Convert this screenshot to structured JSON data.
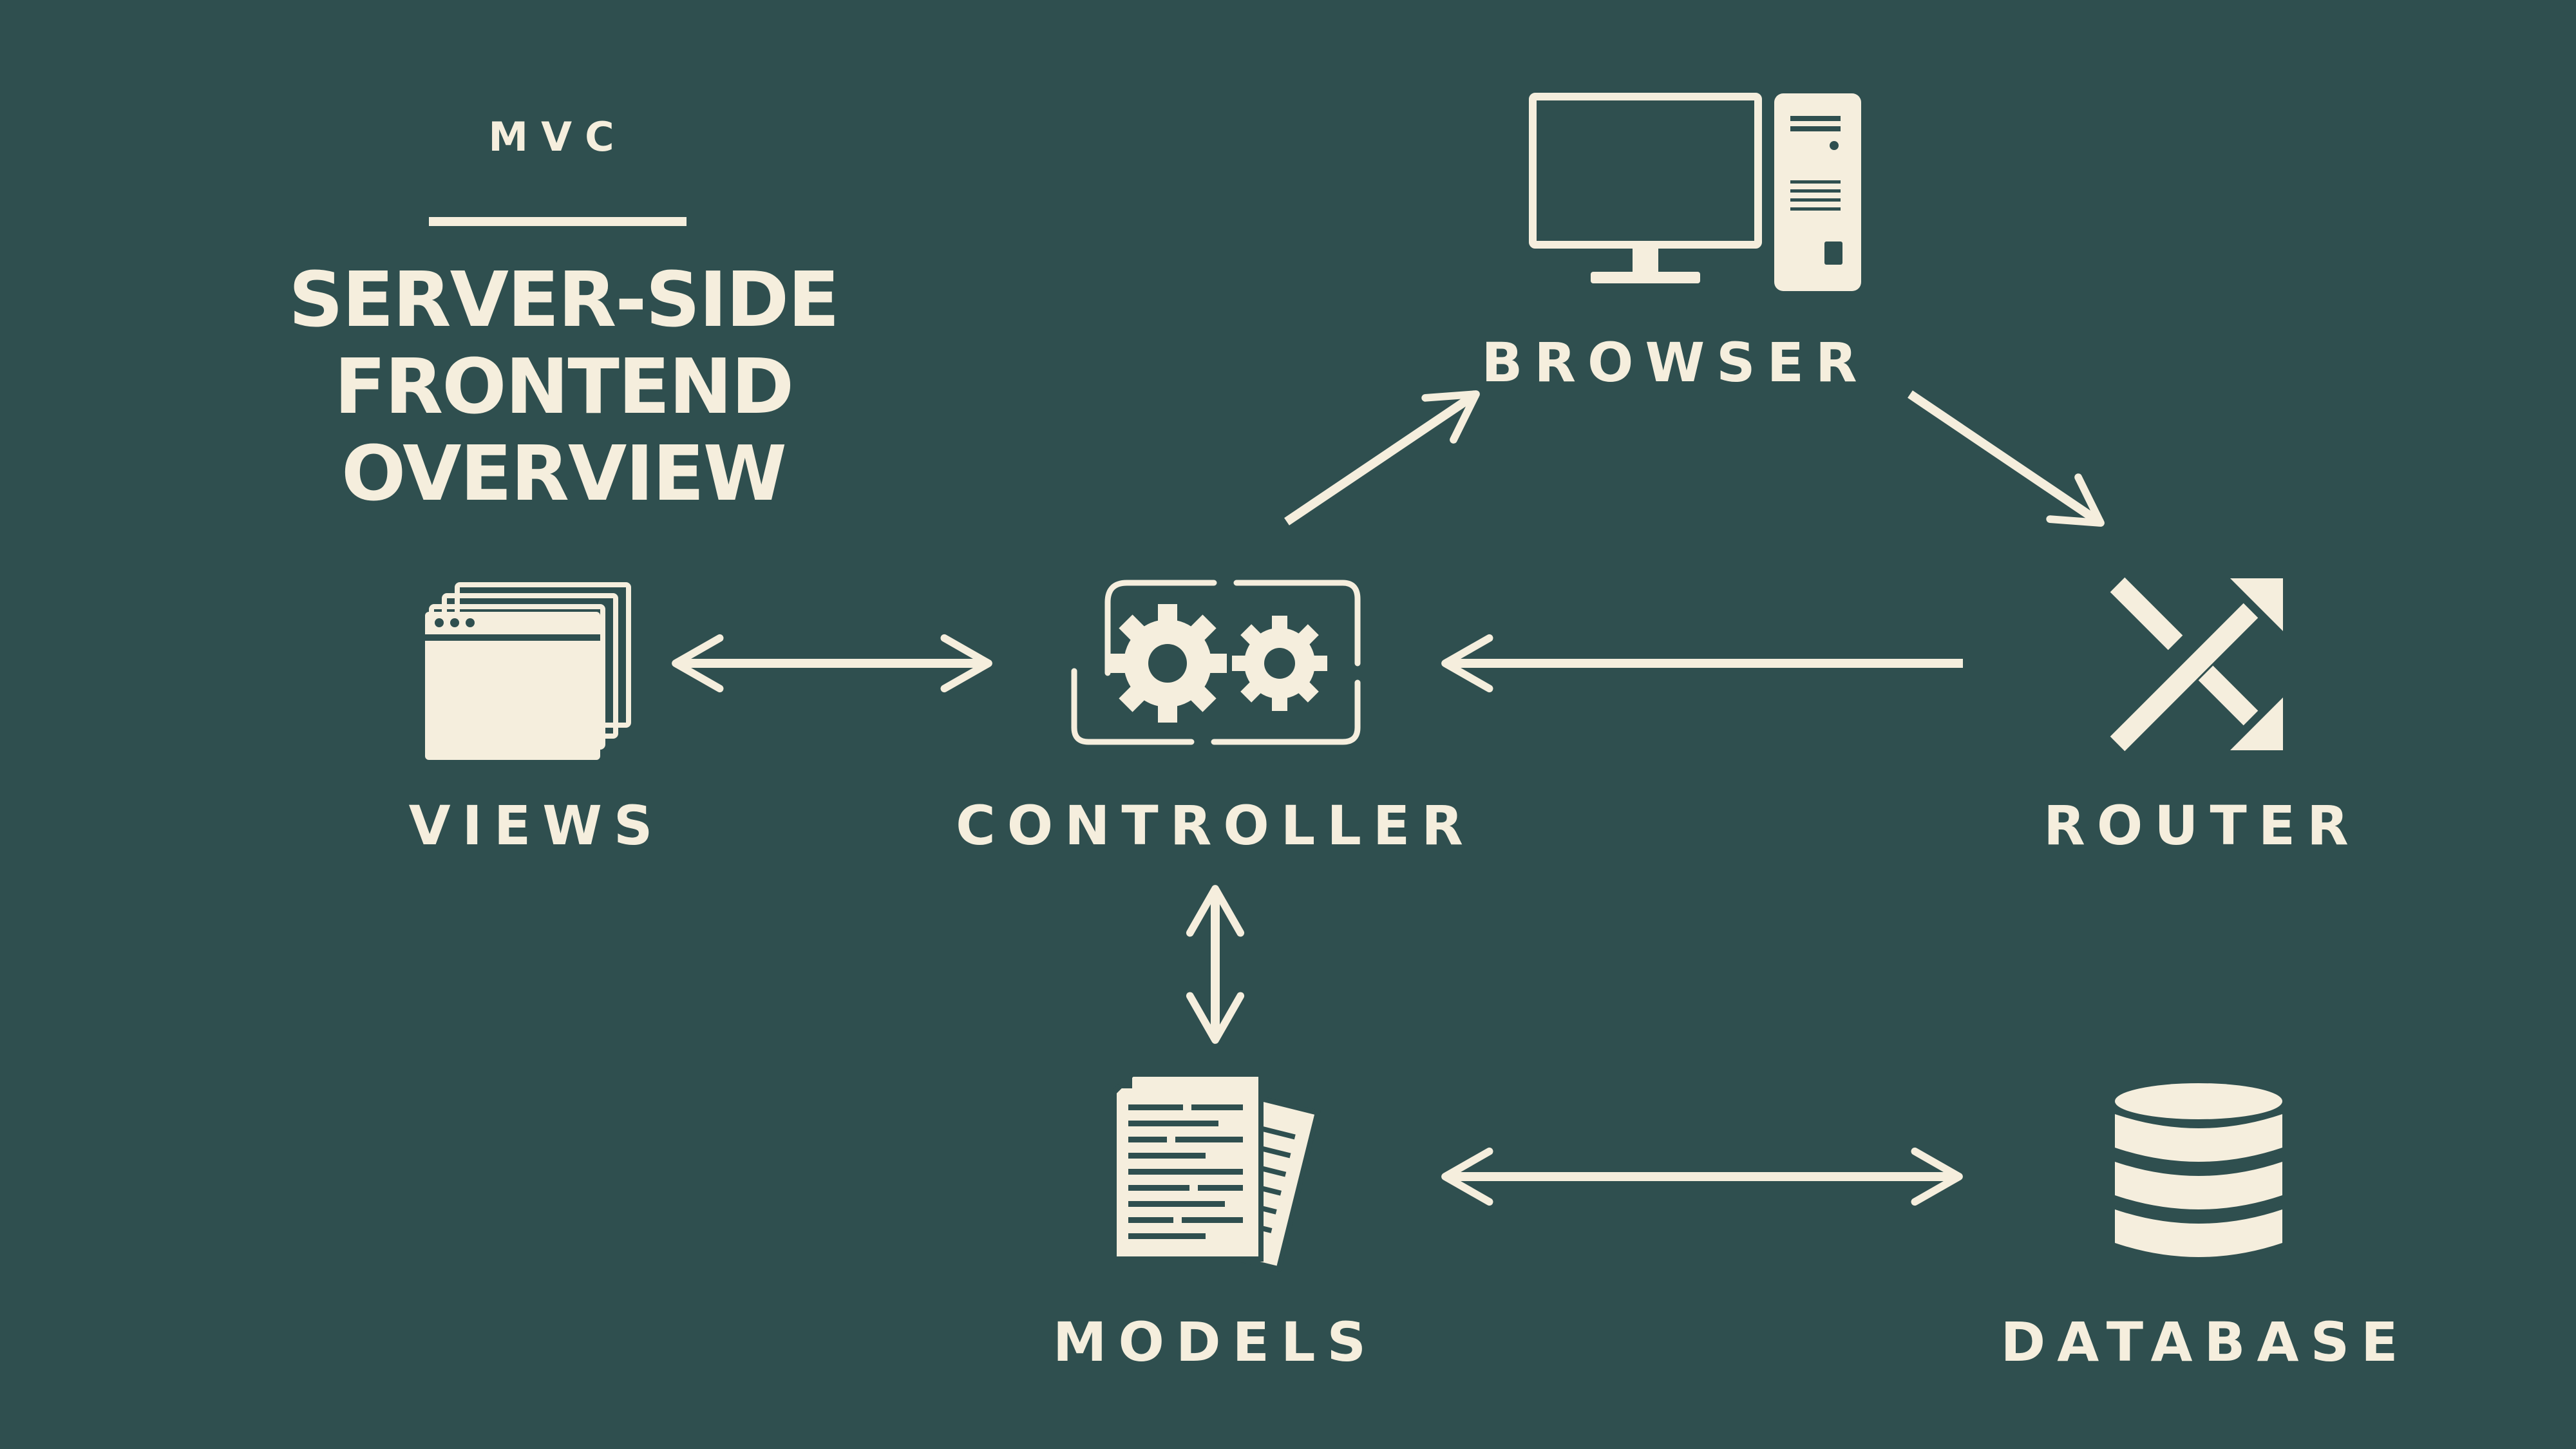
{
  "header": {
    "tag": "MVC",
    "title_line1": "SERVER-SIDE FRONTEND",
    "title_line2": "OVERVIEW"
  },
  "nodes": {
    "browser": "BROWSER",
    "views": "VIEWS",
    "controller": "CONTROLLER",
    "router": "ROUTER",
    "models": "MODELS",
    "database": "DATABASE"
  },
  "icons": {
    "browser": "desktop-computer-icon",
    "views": "browser-windows-icon",
    "controller": "gears-cycle-icon",
    "router": "shuffle-icon",
    "models": "documents-icon",
    "database": "database-icon"
  },
  "colors": {
    "background": "#2f4f4f",
    "foreground": "#f5eedd"
  }
}
